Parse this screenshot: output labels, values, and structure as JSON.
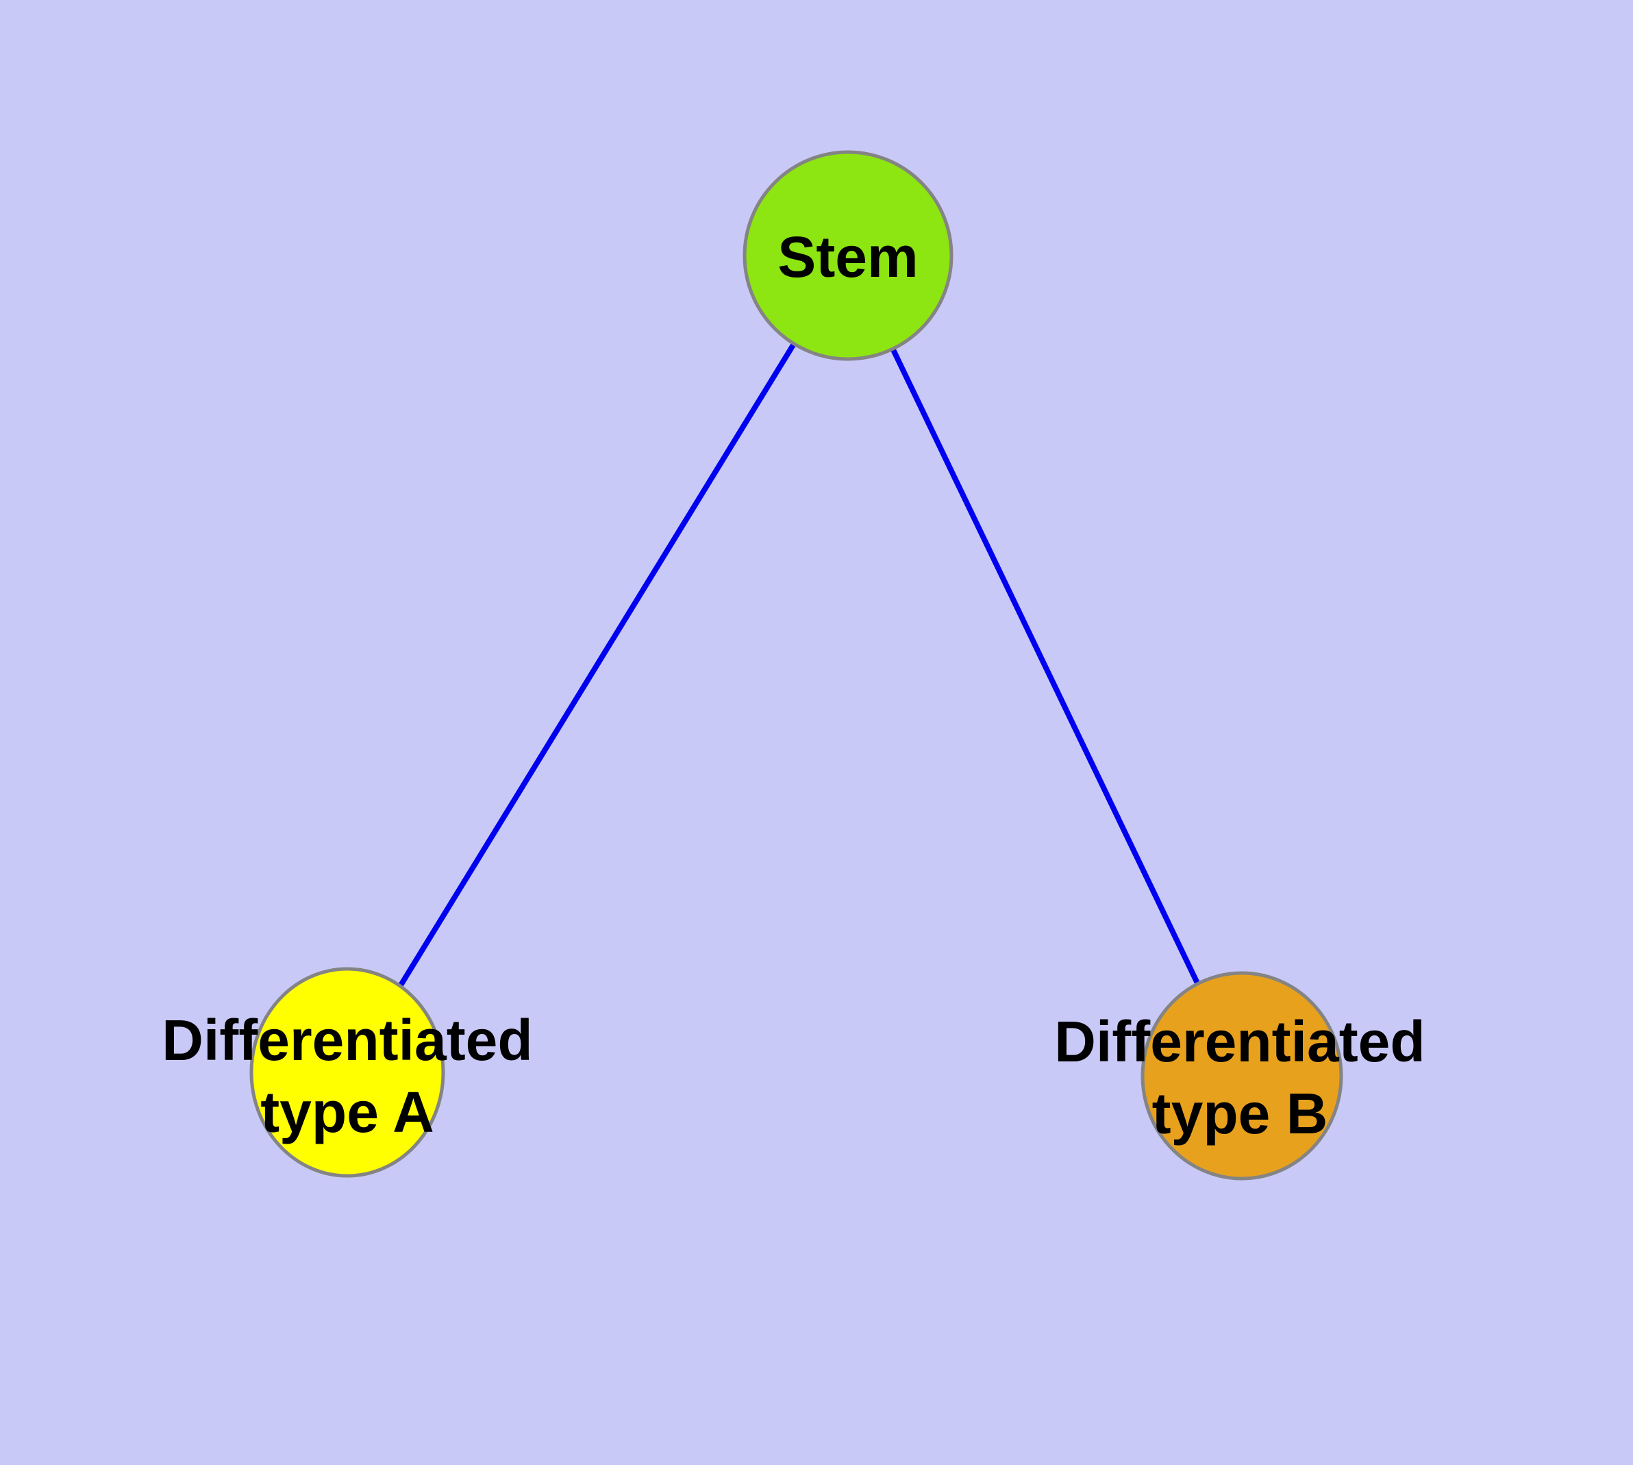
{
  "diagram": {
    "background_color": "#C9C9F8",
    "edge_color": "#0000F0",
    "node_border_color": "#848484",
    "label_color": "#000000",
    "nodes": [
      {
        "id": "stem",
        "label": "Stem",
        "lines": [
          "Stem"
        ],
        "fill_color": "#8DE511"
      },
      {
        "id": "differentiated-type-a",
        "label": "Differentiated type A",
        "lines": [
          "Differentiated",
          "type A"
        ],
        "fill_color": "#FFFF00"
      },
      {
        "id": "differentiated-type-b",
        "label": "Differentiated type B",
        "lines": [
          "Differentiated",
          "type B"
        ],
        "fill_color": "#E8A11D"
      }
    ],
    "edges": [
      {
        "from": "Stem",
        "to": "Differentiated type A"
      },
      {
        "from": "Stem",
        "to": "Differentiated type B"
      }
    ]
  }
}
